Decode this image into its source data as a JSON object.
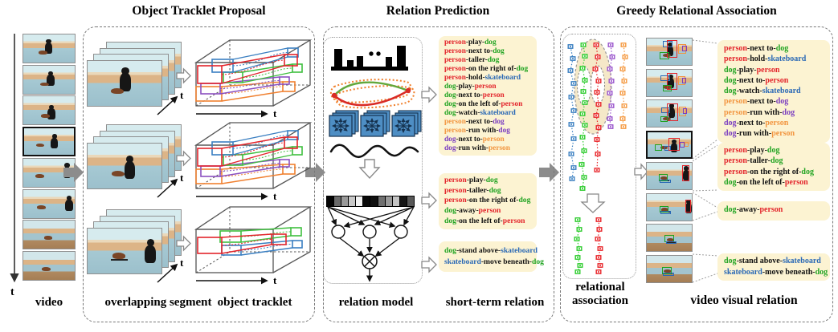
{
  "titles": {
    "s1": "Object Tracklet Proposal",
    "s2": "Relation Prediction",
    "s3": "Greedy Relational Association"
  },
  "labels": {
    "video": "video",
    "overlapping_segment": "overlapping segment",
    "object_tracklet": "object tracklet",
    "relation_model": "relation model",
    "short_term_relation": "short-term relation",
    "relational_association": "relational association",
    "video_visual_relation": "video visual relation",
    "time_axis": "t"
  },
  "entity_colors": {
    "person1": "#e3242b",
    "dog1": "#1fa320",
    "skateboard": "#2968b5",
    "person2": "#f2953f",
    "dog2": "#7a3dc0"
  },
  "accent_colors": {
    "yellow_box_bg": "#fcf3d2",
    "association_ellipse": "#f5e8c8",
    "gray_arrow": "#8c8c8c"
  },
  "relation_model": {
    "feature_vector_shades": [
      "#050505",
      "#6a6a6a",
      "#9a9a9a",
      "#c8c8c8",
      "#f2f2f2",
      "#0a0a0a",
      "#111111",
      "#707070",
      "#9a9a9a",
      "#c4c4c4",
      "#161616",
      "#585858"
    ]
  },
  "relations": {
    "short_term_all": [
      {
        "s": "person",
        "sc": "person1",
        "p": "play",
        "o": "dog",
        "oc": "dog1"
      },
      {
        "s": "person",
        "sc": "person1",
        "p": "next to",
        "o": "dog",
        "oc": "dog1"
      },
      {
        "s": "person",
        "sc": "person1",
        "p": "taller",
        "o": "dog",
        "oc": "dog1"
      },
      {
        "s": "person",
        "sc": "person1",
        "p": "on the right of",
        "o": "dog",
        "oc": "dog1"
      },
      {
        "s": "person",
        "sc": "person1",
        "p": "hold",
        "o": "skateboard",
        "oc": "skateboard"
      },
      {
        "s": "dog",
        "sc": "dog1",
        "p": "play",
        "o": "person",
        "oc": "person1"
      },
      {
        "s": "dog",
        "sc": "dog1",
        "p": "next to",
        "o": "person",
        "oc": "person1"
      },
      {
        "s": "dog",
        "sc": "dog1",
        "p": "on the left of",
        "o": "person",
        "oc": "person1"
      },
      {
        "s": "dog",
        "sc": "dog1",
        "p": "watch",
        "o": "skateboard",
        "oc": "skateboard"
      },
      {
        "s": "person",
        "sc": "person2",
        "p": "next to",
        "o": "dog",
        "oc": "dog2"
      },
      {
        "s": "person",
        "sc": "person2",
        "p": "run with",
        "o": "dog",
        "oc": "dog2"
      },
      {
        "s": "dog",
        "sc": "dog2",
        "p": "next to",
        "o": "person",
        "oc": "person2"
      },
      {
        "s": "dog",
        "sc": "dog2",
        "p": "run with",
        "o": "person",
        "oc": "person2"
      }
    ],
    "short_term_first": [
      {
        "s": "person",
        "sc": "person1",
        "p": "play",
        "o": "dog",
        "oc": "dog1"
      },
      {
        "s": "person",
        "sc": "person1",
        "p": "taller",
        "o": "dog",
        "oc": "dog1"
      },
      {
        "s": "person",
        "sc": "person1",
        "p": "on the right of",
        "o": "dog",
        "oc": "dog1"
      },
      {
        "s": "dog",
        "sc": "dog1",
        "p": "away",
        "o": "person",
        "oc": "person1"
      },
      {
        "s": "dog",
        "sc": "dog1",
        "p": "on the left of",
        "o": "person",
        "oc": "person1"
      }
    ],
    "short_term_last": [
      {
        "s": "dog",
        "sc": "dog1",
        "p": "stand above",
        "o": "skateboard",
        "oc": "skateboard"
      },
      {
        "s": "skateboard",
        "sc": "skateboard",
        "p": "move beneath",
        "o": "dog",
        "oc": "dog1"
      }
    ],
    "final_top": [
      {
        "s": "person",
        "sc": "person1",
        "p": "next to",
        "o": "dog",
        "oc": "dog1"
      },
      {
        "s": "person",
        "sc": "person1",
        "p": "hold",
        "o": "skateboard",
        "oc": "skateboard"
      },
      {
        "s": "dog",
        "sc": "dog1",
        "p": "play",
        "o": "person",
        "oc": "person1"
      },
      {
        "s": "dog",
        "sc": "dog1",
        "p": "next to",
        "o": "person",
        "oc": "person1"
      },
      {
        "s": "dog",
        "sc": "dog1",
        "p": "watch",
        "o": "skateboard",
        "oc": "skateboard"
      },
      {
        "s": "person",
        "sc": "person2",
        "p": "next to",
        "o": "dog",
        "oc": "dog2"
      },
      {
        "s": "person",
        "sc": "person2",
        "p": "run with",
        "o": "dog",
        "oc": "dog2"
      },
      {
        "s": "dog",
        "sc": "dog2",
        "p": "next to",
        "o": "person",
        "oc": "person2"
      },
      {
        "s": "dog",
        "sc": "dog2",
        "p": "run with",
        "o": "person",
        "oc": "person2"
      }
    ],
    "final_second": [
      {
        "s": "person",
        "sc": "person1",
        "p": "play",
        "o": "dog",
        "oc": "dog1"
      },
      {
        "s": "person",
        "sc": "person1",
        "p": "taller",
        "o": "dog",
        "oc": "dog1"
      },
      {
        "s": "person",
        "sc": "person1",
        "p": "on the right of",
        "o": "dog",
        "oc": "dog1"
      },
      {
        "s": "dog",
        "sc": "dog1",
        "p": "on the left of",
        "o": "person",
        "oc": "person1"
      }
    ],
    "final_third": [
      {
        "s": "dog",
        "sc": "dog1",
        "p": "away",
        "o": "person",
        "oc": "person1"
      }
    ],
    "final_fourth": [
      {
        "s": "dog",
        "sc": "dog1",
        "p": "stand above",
        "o": "skateboard",
        "oc": "skateboard"
      },
      {
        "s": "skateboard",
        "sc": "skateboard",
        "p": "move beneath",
        "o": "dog",
        "oc": "dog1"
      }
    ]
  }
}
